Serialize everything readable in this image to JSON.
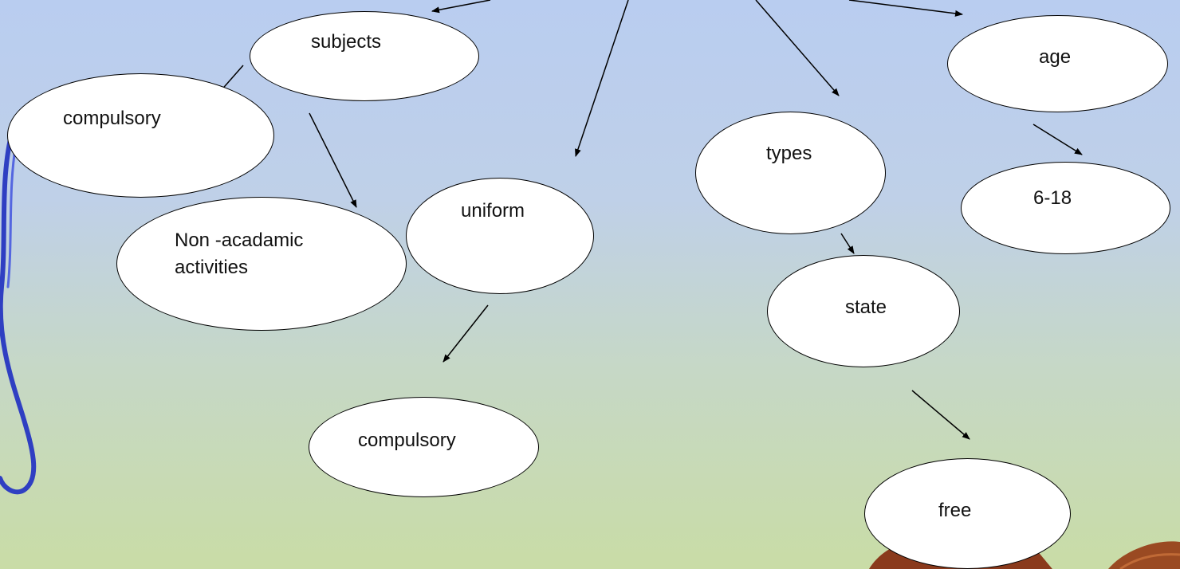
{
  "diagram": {
    "nodes": {
      "subjects": "subjects",
      "compulsory_subjects": "compulsory",
      "non_academic": "Non -acadamic\nactivities",
      "uniform": "uniform",
      "compulsory_uniform": "compulsory",
      "types": "types",
      "state": "state",
      "free": "free",
      "age": "age",
      "age_range": "6-18"
    },
    "edges": [
      {
        "from": "(top)",
        "to": "subjects"
      },
      {
        "from": "(top)",
        "to": "uniform"
      },
      {
        "from": "(top)",
        "to": "types"
      },
      {
        "from": "(top)",
        "to": "age"
      },
      {
        "from": "subjects",
        "to": "compulsory"
      },
      {
        "from": "subjects",
        "to": "Non -acadamic activities"
      },
      {
        "from": "uniform",
        "to": "compulsory"
      },
      {
        "from": "types",
        "to": "state"
      },
      {
        "from": "state",
        "to": "free"
      },
      {
        "from": "age",
        "to": "6-18"
      }
    ]
  },
  "colors": {
    "background_top": "#b9cdf0",
    "background_bottom": "#c9dca6",
    "node_fill": "#ffffff",
    "stroke": "#000000",
    "ribbon": "#2f3fc2"
  },
  "decorations": {
    "ribbon": "decorative-ribbon",
    "character": "decorative-character-hair"
  }
}
